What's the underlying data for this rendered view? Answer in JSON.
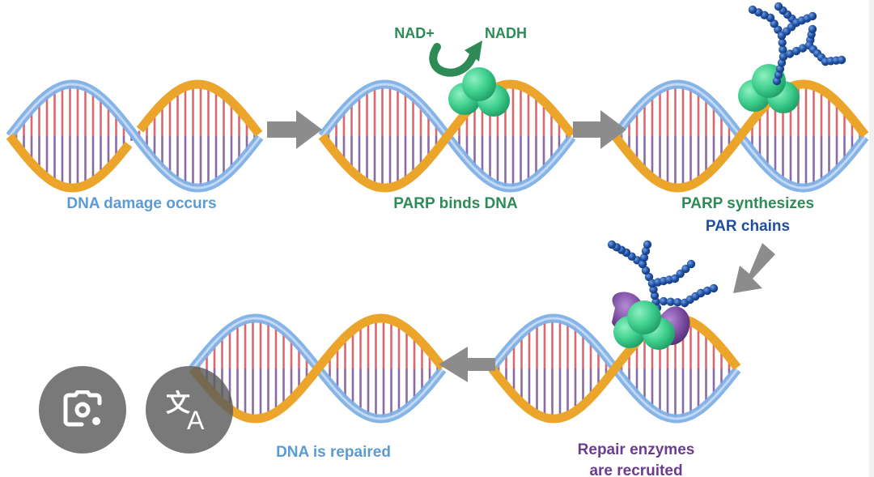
{
  "labels": {
    "step1": "DNA damage occurs",
    "step2": "PARP binds DNA",
    "step3_line1": "PARP synthesizes",
    "step3_line2": "PAR chains",
    "step4_line1": "Repair enzymes",
    "step4_line2": "are recruited",
    "step5": "DNA is repaired",
    "nad": "NAD+",
    "nadh": "NADH"
  },
  "colors": {
    "strand_orange": "#eaa52a",
    "strand_blue": "#7fb0e6",
    "rung_red": "#d86a6e",
    "rung_purple": "#8a6aa6",
    "parp_green": "#3fcf8e",
    "par_chain_blue": "#1f4e9e",
    "enzyme_purple": "#7a4aa0",
    "arrow_gray": "#8c8c8c",
    "text_blue": "#5b9bd5",
    "text_green": "#2e8b57",
    "text_navy": "#1f4e9e",
    "text_purple": "#6a3d8f"
  },
  "overlay": {
    "lens_button": "google-lens-icon",
    "translate_button": "translate-icon"
  }
}
